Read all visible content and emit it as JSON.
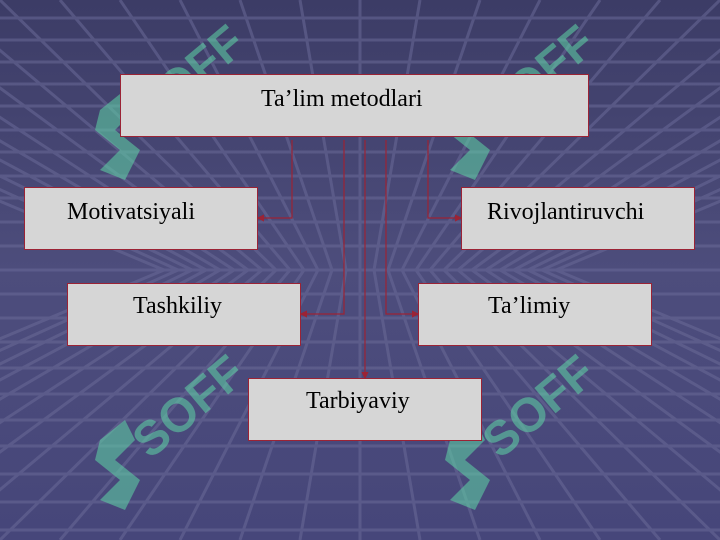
{
  "diagram": {
    "root": {
      "label": "Ta’lim metodlari"
    },
    "children": [
      {
        "id": "motivatsiyali",
        "label": "Motivatsiyali"
      },
      {
        "id": "rivojlantiruvchi",
        "label": "Rivojlantiruvchi"
      },
      {
        "id": "tashkiliy",
        "label": "Tashkiliy"
      },
      {
        "id": "talimiy",
        "label": "Ta’limiy"
      },
      {
        "id": "tarbiyaviy",
        "label": "Tarbiyaviy"
      }
    ]
  },
  "watermark": {
    "text": "SOFF"
  },
  "colors": {
    "background": "#4a4a78",
    "box_fill": "#d6d6d6",
    "box_border": "#9b2335",
    "connector": "#9b2335",
    "watermark": "#5fd6a6"
  }
}
